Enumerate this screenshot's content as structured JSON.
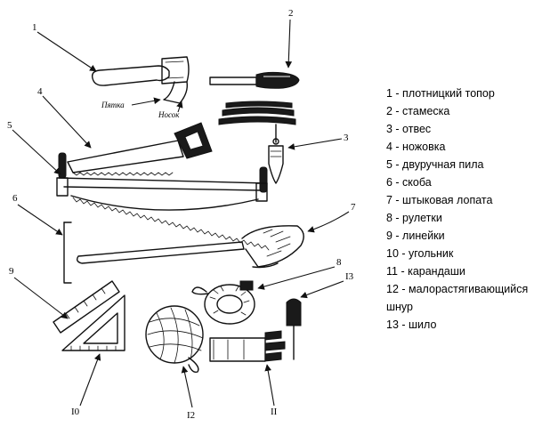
{
  "callouts": {
    "c1": "1",
    "c2": "2",
    "c3": "3",
    "c4": "4",
    "c5": "5",
    "c6": "6",
    "c7": "7",
    "c8": "8",
    "c9": "9",
    "c10": "I0",
    "c11": "II",
    "c12": "I2",
    "c13": "I3"
  },
  "part_labels": {
    "heel": "Пятка",
    "toe": "Носок"
  },
  "legend": [
    "1 - плотницкий топор",
    "2 - стамеска",
    "3 - отвес",
    "4 - ножовка",
    "5 - двуручная пила",
    "6 - скоба",
    "7 - штыковая лопата",
    "8 - рулетки",
    "9 - линейки",
    "10 - угольник",
    "11 - карандаши",
    "12 - малорастягивающийся шнур",
    "13 - шило"
  ]
}
